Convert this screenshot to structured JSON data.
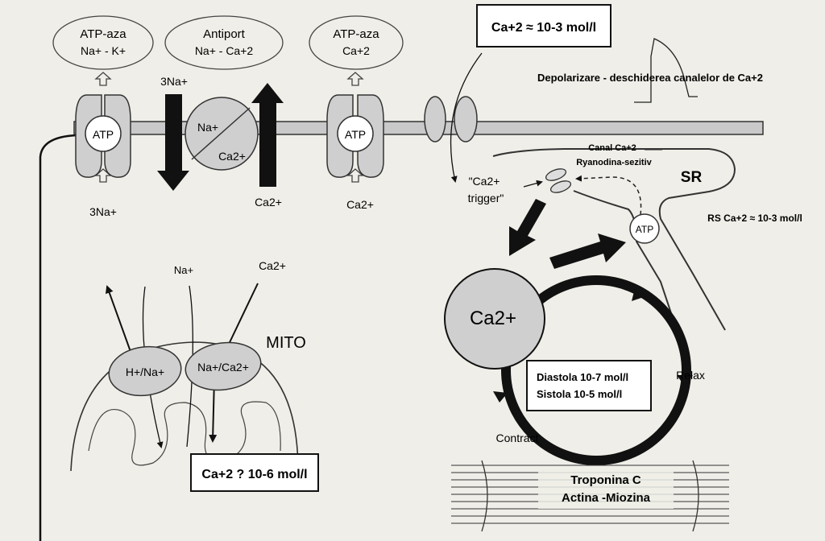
{
  "top_boxes": {
    "atp_na_k": {
      "line1": "ATP-aza",
      "line2": "Na+ - K+"
    },
    "antiport": {
      "line1": "Antiport",
      "line2": "Na+ - Ca+2"
    },
    "atp_ca": {
      "line1": "ATP-aza",
      "line2": "Ca+2"
    }
  },
  "membrane": {
    "pump_label": "ATP",
    "na_out": "3Na+",
    "na_in": "3Na+",
    "exchanger_na": "Na+",
    "exchanger_ca": "Ca2+",
    "ca_in_exchanger": "Ca2+",
    "ca_in_pump": "Ca2+"
  },
  "extracellular": {
    "ca_concentration": "Ca+2 ≈ 10-3 mol/l"
  },
  "depolarization": {
    "label": "Depolarizare - deschiderea canalelor de  Ca+2"
  },
  "sr": {
    "channel_line1": "Canal Ca+2",
    "channel_line2": "Ryanodina-sezitiv",
    "trigger_line1": "\"Ca2+",
    "trigger_line2": "trigger\"",
    "title": "SR",
    "concentration": "RS Ca+2 ≈ 10-3 mol/l",
    "pump_label": "ATP"
  },
  "cycle": {
    "ca_label": "Ca2+",
    "diastole": "Diastola  10-7 mol/l",
    "systole": "Sistola    10-5 mol/l",
    "relax": "Relax",
    "contract": "Contract"
  },
  "myofilaments": {
    "line1": "Troponina C",
    "line2": "Actina -Miozina"
  },
  "mito": {
    "title": "MITO",
    "na_label": "Na+",
    "ca_label": "Ca2+",
    "h_na": "H+/Na+",
    "na_ca": "Na+/Ca2+",
    "ca_concentration": "Ca+2  ? 10-6 mol/l"
  },
  "colors": {
    "background": "#efeee8",
    "ink": "#111111",
    "protein_fill": "#cfcfcf",
    "membrane_gray": "#b5b5b5"
  }
}
